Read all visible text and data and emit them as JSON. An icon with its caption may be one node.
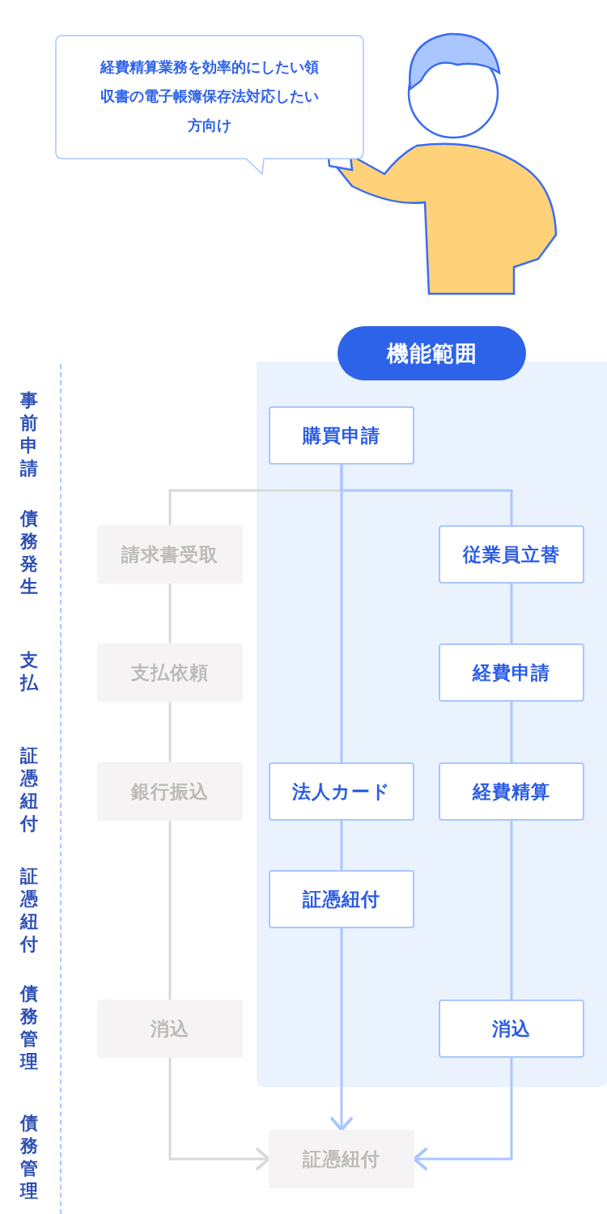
{
  "diagram": {
    "nodes": [
      {
        "text": [
          "経費精算業務を効率的にしたい領収書の電子帳簿保存法対応したい方向け"
        ]
      },
      {
        "text": [
          "機能範囲"
        ]
      },
      {
        "text": [
          "購買申請"
        ],
        "in": 1
      },
      {
        "text": [
          "請求書受取"
        ]
      },
      {
        "text": [
          "従業員立替"
        ],
        "in": 1
      },
      {
        "text": [
          "支払依頼"
        ]
      },
      {
        "text": [
          "経費申請"
        ],
        "in": 1
      },
      {
        "text": [
          "銀行振込"
        ]
      },
      {
        "text": [
          "法人カード"
        ],
        "in": 1
      },
      {
        "text": [
          "経費精算"
        ],
        "in": 1
      },
      {
        "text": [
          "証憑紐付"
        ],
        "in": 1
      },
      {
        "text": [
          "消込"
        ]
      },
      {
        "text": [
          "消込"
        ],
        "in": 1
      },
      {
        "text": [
          "証憑紐付"
        ]
      }
    ],
    "edges": [
      {
        "from": 2,
        "to": 3,
        "arrow": "none",
        "color": "#dcd8d8"
      },
      {
        "from": 2,
        "to": 4,
        "arrow": "none"
      },
      {
        "from": 2,
        "to": 8,
        "arrow": "none"
      },
      {
        "from": 3,
        "to": 5,
        "arrow": "none",
        "color": "#dcd8d8"
      },
      {
        "from": 5,
        "to": 7,
        "arrow": "none",
        "color": "#dcd8d8"
      },
      {
        "from": 7,
        "to": 11,
        "arrow": "none",
        "color": "#dcd8d8"
      },
      {
        "from": 11,
        "to": 13,
        "arrow": "to",
        "color": "#dcd8d8"
      },
      {
        "from": 4,
        "to": 6,
        "arrow": "none"
      },
      {
        "from": 6,
        "to": 9,
        "arrow": "none"
      },
      {
        "from": 9,
        "to": 12,
        "arrow": "none"
      },
      {
        "from": 12,
        "to": 13,
        "arrow": "to"
      },
      {
        "from": 8,
        "to": 10,
        "arrow": "none"
      },
      {
        "from": 10,
        "to": 13,
        "arrow": "to"
      }
    ],
    "labels": [
      "事前申請",
      "債務発生",
      "支払",
      "証憑紐付",
      "証憑紐付",
      "債務管理",
      "債務管理"
    ]
  }
}
